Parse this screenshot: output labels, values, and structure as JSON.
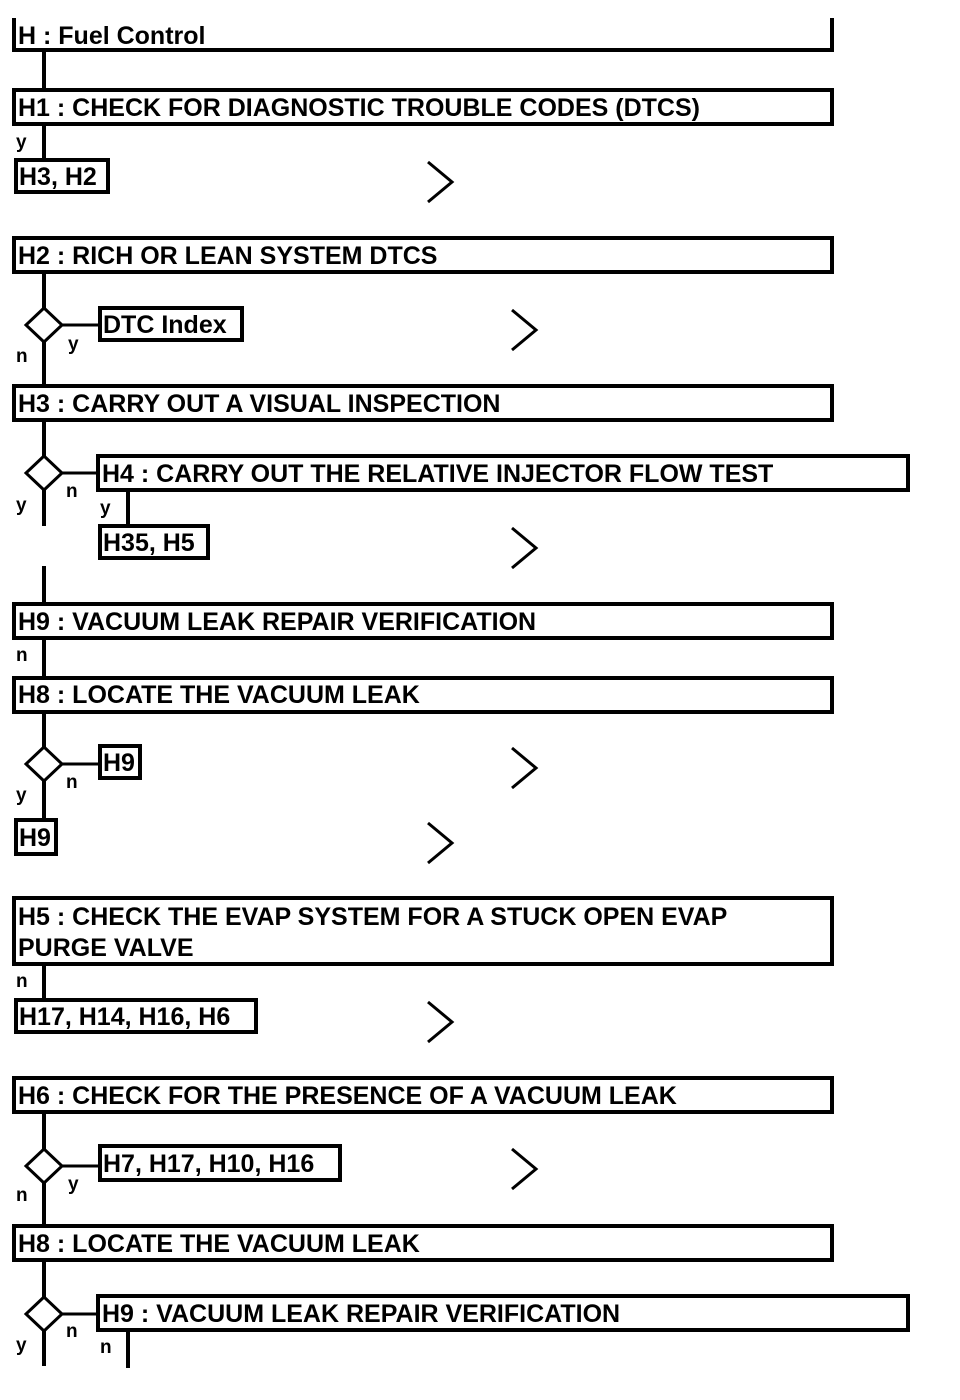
{
  "header": {
    "title": "H : Fuel Control"
  },
  "steps": {
    "h1": "H1 : CHECK FOR DIAGNOSTIC TROUBLE CODES (DTCS)",
    "h2": "H2 : RICH OR LEAN SYSTEM DTCS",
    "h3": "H3 : CARRY OUT A VISUAL INSPECTION",
    "h4": "H4 : CARRY OUT THE RELATIVE INJECTOR FLOW TEST",
    "h9a": "H9 : VACUUM LEAK REPAIR VERIFICATION",
    "h8a": "H8 : LOCATE THE VACUUM LEAK",
    "h5_line1": "H5 : CHECK THE EVAP SYSTEM FOR A STUCK OPEN EVAP",
    "h5_line2": "PURGE VALVE",
    "h6": "H6 : CHECK FOR THE PRESENCE OF A VACUUM LEAK",
    "h8b": "H8 : LOCATE THE VACUUM LEAK",
    "h9b": "H9 : VACUUM LEAK REPAIR VERIFICATION"
  },
  "links": {
    "h3_h2": "H3, H2",
    "dtc_index": "DTC Index",
    "h35_h5": "H35, H5",
    "h9_side": "H9",
    "h9_main": "H9",
    "h17_h14_h16_h6": "H17, H14, H16, H6",
    "h7_h17_h10_h16": "H7, H17, H10, H16"
  },
  "labels": {
    "yes": "y",
    "no": "n"
  }
}
